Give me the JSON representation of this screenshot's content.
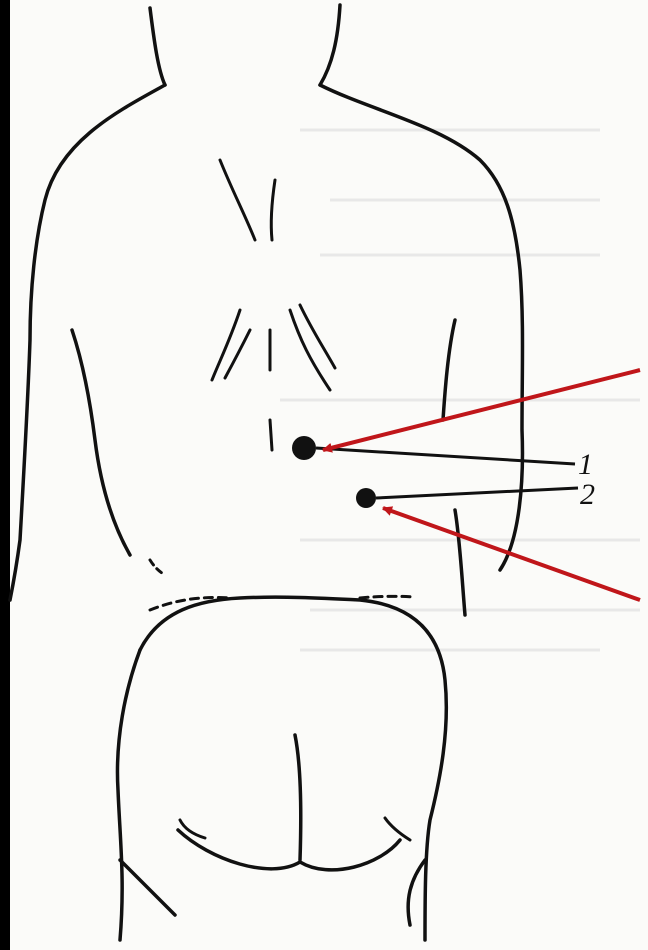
{
  "labels": [
    {
      "id": "point-1",
      "text": "1"
    },
    {
      "id": "point-2",
      "text": "2"
    }
  ],
  "colors": {
    "background": "#000000",
    "paper": "#fbfbf9",
    "ink": "#111111",
    "arrow": "#c0161a"
  }
}
